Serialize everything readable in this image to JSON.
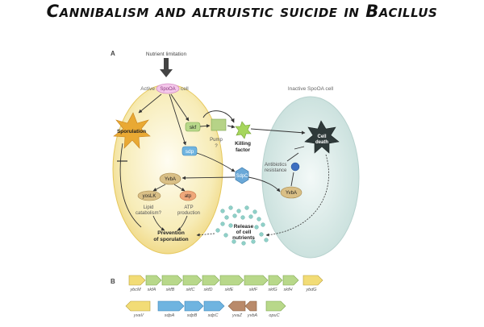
{
  "title": "Cannibalism and altruistic suicide in Bacillus",
  "panel_a": {
    "label": "A",
    "nutrient_limitation": "Nutrient limitation",
    "active_cell_prefix": "Active",
    "active_cell_mark": "SpoOA",
    "active_cell_suffix": "cell",
    "inactive_cell": "Inactive SpoOA cell",
    "sporulation": "Sporulation",
    "skf": "skf",
    "sdp": "sdp",
    "pump_line1": "Pump",
    "pump_line2": "?",
    "killing_factor_line1": "Killing",
    "killing_factor_line2": "factor",
    "cell_death_line1": "Cell",
    "cell_death_line2": "death",
    "antibiotic_line1": "Antibiotics",
    "antibiotic_line2": "resistance",
    "sdpc": "SdpC",
    "yvba_left": "YvbA",
    "yvba_right": "YvbA",
    "yosl": "yosLK",
    "atp_gene": "atp",
    "lipid_line1": "Lipid",
    "lipid_line2": "catabolism?",
    "atp_line1": "ATP",
    "atp_line2": "production",
    "prevention_line1": "Prevention",
    "prevention_line2": "of sporulation",
    "release_line1": "Release",
    "release_line2": "of cell",
    "release_line3": "nutrients"
  },
  "panel_b": {
    "label": "B",
    "row1": [
      "ybcM",
      "skfA",
      "skfB",
      "skfC",
      "skfD",
      "skfE",
      "skfF",
      "skfG",
      "skfH",
      "ybdG"
    ],
    "row2": [
      "yvaV",
      "sdpA",
      "sdpB",
      "sdpC",
      "yvaZ",
      "yvbA",
      "opuC"
    ]
  },
  "colors": {
    "active_cell": "#f7e39a",
    "inactive_cell": "#cfe4e1",
    "gene_yellow": "#f2dc76",
    "gene_green": "#b8d88a",
    "gene_blue": "#6fb4e0",
    "gene_brown": "#b98a6a",
    "spore": "#e9a933",
    "killing_factor": "#a6d65c",
    "sdpc": "#6aa8d8",
    "death": "#2f3a3a"
  }
}
